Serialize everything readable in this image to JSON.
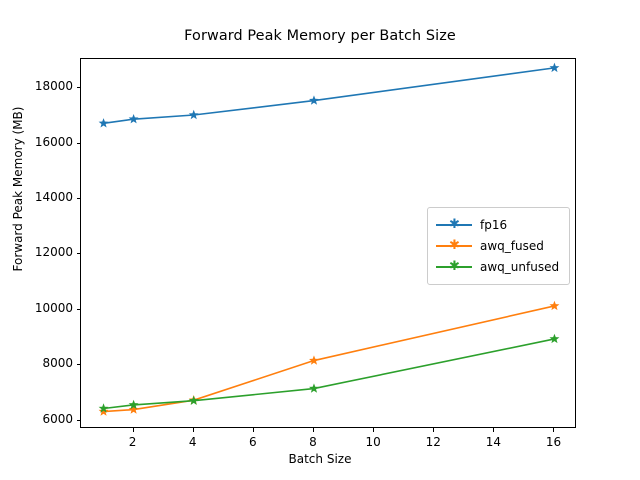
{
  "chart_data": {
    "type": "line",
    "title": "Forward Peak Memory per Batch Size",
    "xlabel": "Batch Size",
    "ylabel": "Forward Peak Memory (MB)",
    "x": [
      1,
      2,
      4,
      8,
      16
    ],
    "xlim": [
      0.25,
      16.75
    ],
    "ylim": [
      5700,
      19050
    ],
    "xticks": [
      2,
      4,
      6,
      8,
      10,
      12,
      14,
      16
    ],
    "xticklabels": [
      "2",
      "4",
      "6",
      "8",
      "10",
      "12",
      "14",
      "16"
    ],
    "yticks": [
      6000,
      8000,
      10000,
      12000,
      14000,
      16000,
      18000
    ],
    "yticklabels": [
      "6000",
      "8000",
      "10000",
      "12000",
      "14000",
      "16000",
      "18000"
    ],
    "grid": false,
    "legend_position": "center right",
    "marker": "star",
    "series": [
      {
        "name": "fp16",
        "color": "#1f77b4",
        "values": [
          16730,
          16880,
          17030,
          17550,
          18730
        ]
      },
      {
        "name": "awq_fused",
        "color": "#ff7f0e",
        "values": [
          6330,
          6400,
          6740,
          8170,
          10140
        ]
      },
      {
        "name": "awq_unfused",
        "color": "#2ca02c",
        "values": [
          6440,
          6570,
          6720,
          7160,
          8950
        ]
      }
    ]
  },
  "legend": {
    "entries": [
      {
        "label": "fp16"
      },
      {
        "label": "awq_fused"
      },
      {
        "label": "awq_unfused"
      }
    ]
  }
}
